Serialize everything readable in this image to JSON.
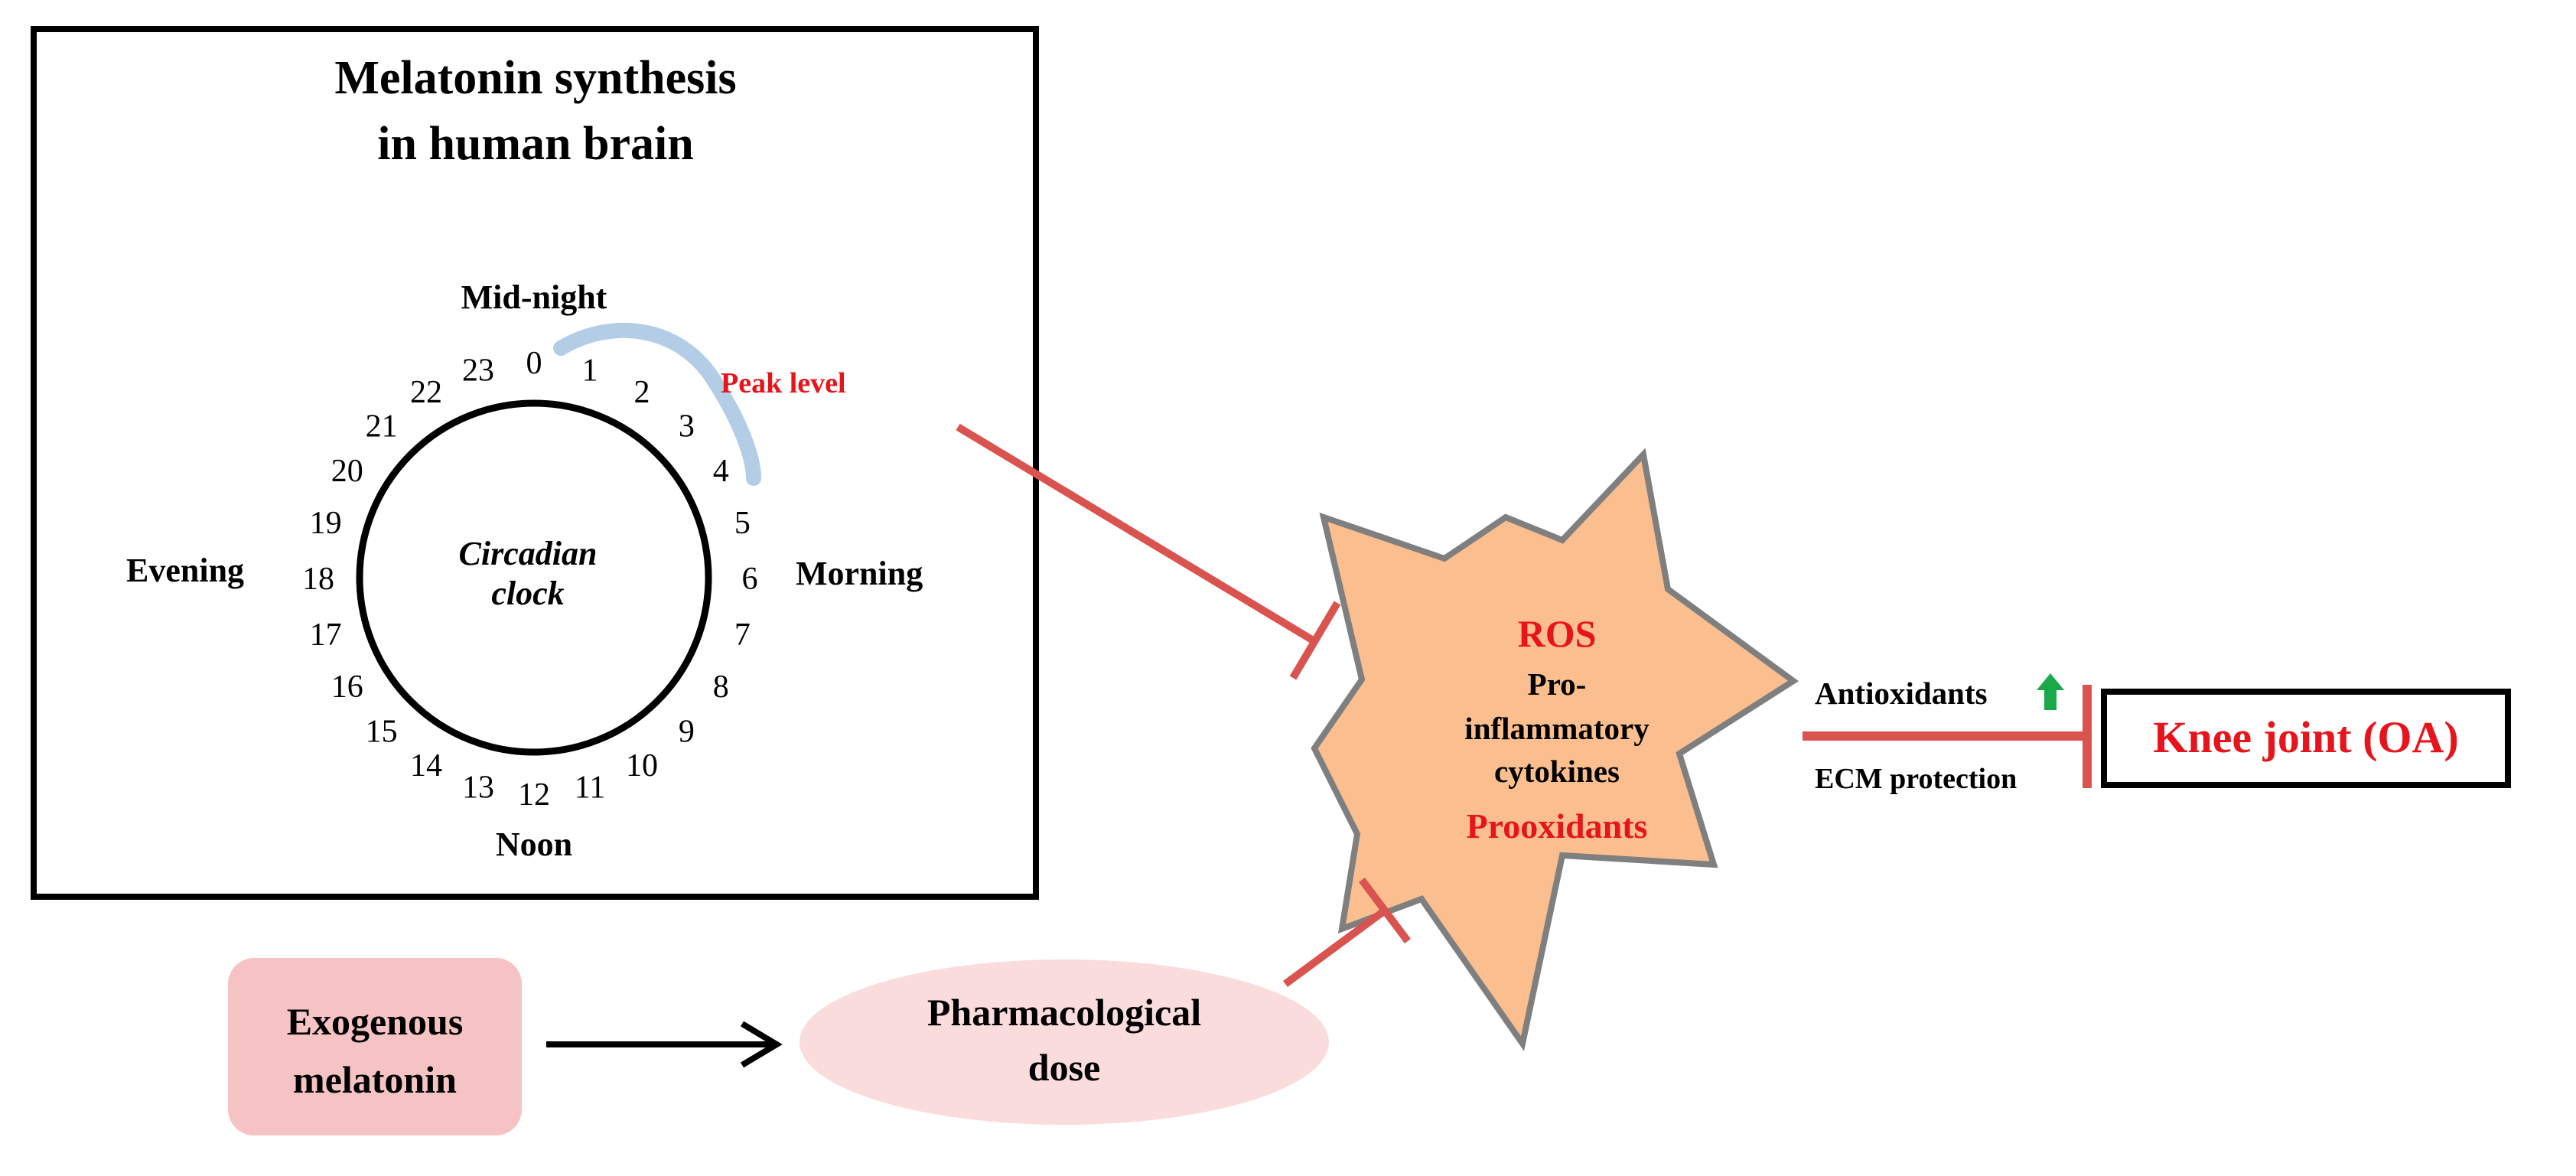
{
  "brain_box": {
    "title_line1": "Melatonin synthesis",
    "title_line2": "in human brain"
  },
  "clock": {
    "center_line1": "Circadian",
    "center_line2": "clock",
    "label_top": "Mid-night",
    "label_right": "Morning",
    "label_bottom": "Noon",
    "label_left": "Evening",
    "peak_label": "Peak level",
    "hours": [
      "0",
      "1",
      "2",
      "3",
      "4",
      "5",
      "6",
      "7",
      "8",
      "9",
      "10",
      "11",
      "12",
      "13",
      "14",
      "15",
      "16",
      "17",
      "18",
      "19",
      "20",
      "21",
      "22",
      "23"
    ]
  },
  "exogenous": {
    "line1": "Exogenous",
    "line2": "melatonin"
  },
  "dose": {
    "line1": "Pharmacological",
    "line2": "dose"
  },
  "star": {
    "ros": "ROS",
    "line2": "Pro-",
    "line3": "inflammatory",
    "line4": "cytokines",
    "prooxidants": "Prooxidants"
  },
  "effects": {
    "antioxidants": "Antioxidants",
    "ecm": "ECM protection"
  },
  "target": {
    "label": "Knee joint (OA)"
  },
  "colors": {
    "inhibit": "#d9534f",
    "red_text": "#e8141b",
    "star_fill": "#fbbf8f",
    "star_stroke": "#7f7f7f",
    "peak_arc": "#b4cde6",
    "exogenous_fill": "#f6c3c4",
    "dose_fill": "#fadcdd",
    "up_arrow": "#19a94b"
  }
}
